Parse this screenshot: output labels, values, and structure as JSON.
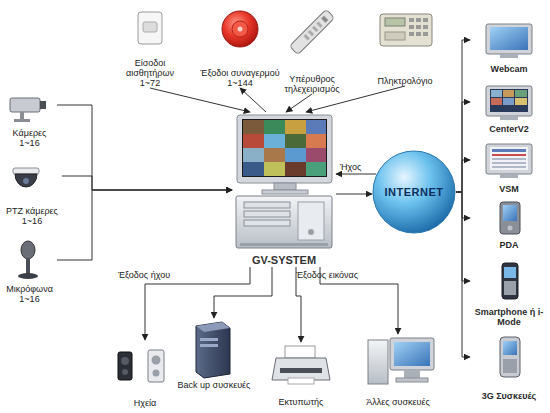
{
  "diagram": {
    "nodes": [
      {
        "text": [
          "Είσοδοι αισθητήρων",
          "1~72"
        ]
      },
      {
        "text": [
          "Έξοδοι συναγερμού",
          "1~144"
        ]
      },
      {
        "text": [
          "Υπέρυθρος τηλεχειρισμός"
        ]
      },
      {
        "text": [
          "Πληκτρολόγιο"
        ]
      },
      {
        "text": [
          "Κάμερες",
          "1~16"
        ]
      },
      {
        "text": [
          "PTZ κάμερες",
          "1~16"
        ]
      },
      {
        "text": [
          "Μικρόφωνα",
          "1~16"
        ]
      },
      {
        "text": [
          "GV-SYSTEM"
        ]
      },
      {
        "text": [
          "INTERNET"
        ]
      },
      {
        "text": [
          "Webcam"
        ]
      },
      {
        "text": [
          "CenterV2"
        ]
      },
      {
        "text": [
          "VSM"
        ]
      },
      {
        "text": [
          "PDA"
        ]
      },
      {
        "text": [
          "Smartphone ή i-Mode"
        ]
      },
      {
        "text": [
          "3G Συσκευές"
        ]
      },
      {
        "text": [
          "Ηχεία"
        ]
      },
      {
        "text": [
          "Back up συσκευές"
        ]
      },
      {
        "text": [
          "Εκτυπωτής"
        ]
      },
      {
        "text": [
          "Άλλες συσκευές"
        ]
      }
    ],
    "edges": [
      {
        "from": 0,
        "to": 7,
        "arrow": "to"
      },
      {
        "from": 7,
        "to": 1,
        "arrow": "to"
      },
      {
        "from": 2,
        "to": 7,
        "arrow": "to"
      },
      {
        "from": 3,
        "to": 7,
        "arrow": "to"
      },
      {
        "from": 4,
        "to": 7,
        "arrow": "to"
      },
      {
        "from": 5,
        "to": 7,
        "arrow": "to"
      },
      {
        "from": 6,
        "to": 7,
        "arrow": "to"
      },
      {
        "from": 8,
        "to": 7,
        "label": "Ήχος",
        "arrow": "to"
      },
      {
        "from": 7,
        "to": 8,
        "arrow": "to"
      },
      {
        "from": 8,
        "to": 9,
        "arrow": "to"
      },
      {
        "from": 8,
        "to": 10,
        "arrow": "to"
      },
      {
        "from": 8,
        "to": 11,
        "arrow": "to"
      },
      {
        "from": 8,
        "to": 12,
        "arrow": "to"
      },
      {
        "from": 8,
        "to": 13,
        "arrow": "to"
      },
      {
        "from": 8,
        "to": 14,
        "arrow": "to"
      },
      {
        "from": 7,
        "to": 15,
        "label": "Έξοδος ήχου",
        "arrow": "to"
      },
      {
        "from": 7,
        "to": 16,
        "arrow": "to"
      },
      {
        "from": 7,
        "to": 17,
        "arrow": "to"
      },
      {
        "from": 7,
        "to": 18,
        "label": "Έξοδος εικόνας",
        "arrow": "to"
      }
    ]
  }
}
